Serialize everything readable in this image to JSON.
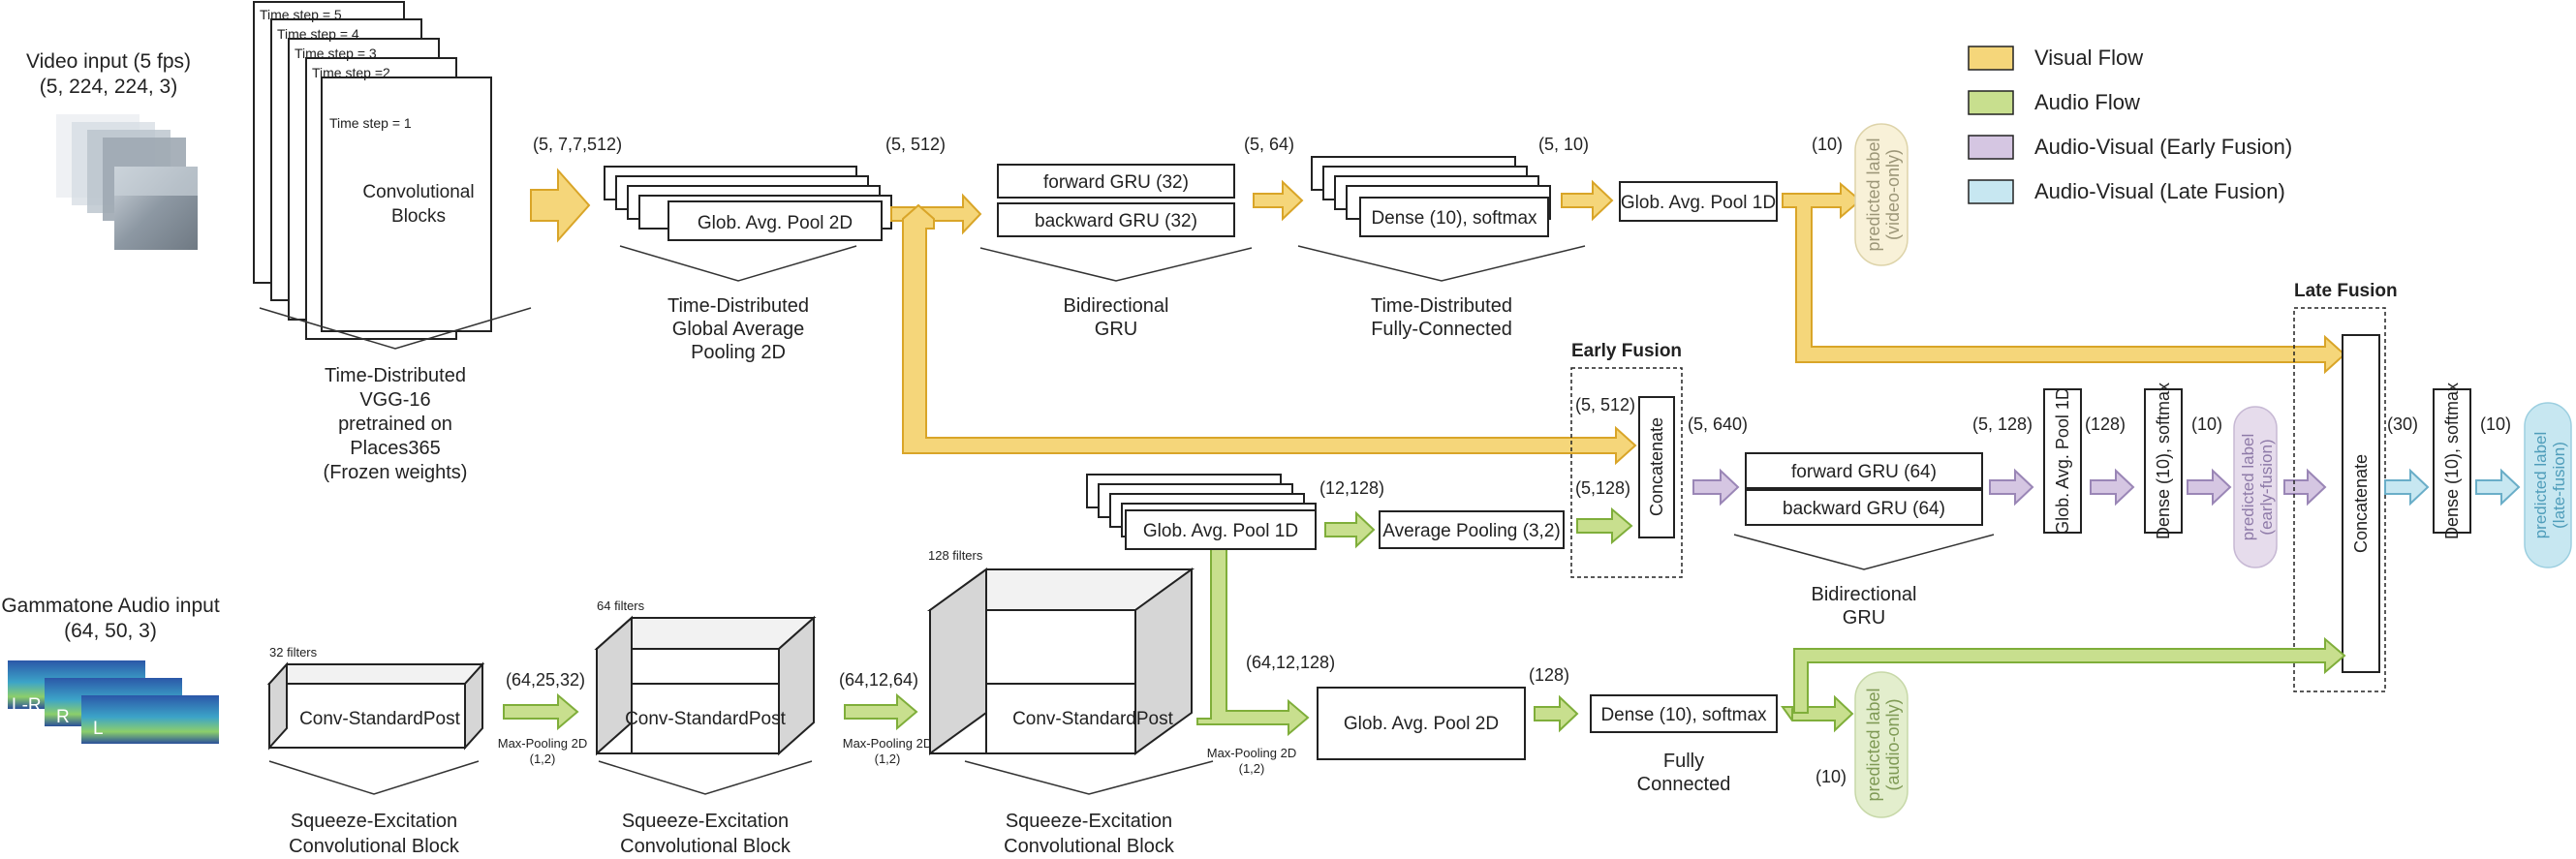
{
  "video_input": {
    "title": "Video input (5 fps)",
    "shape": "(5, 224, 224, 3)"
  },
  "time_steps": [
    "Time step = 5",
    "Time step = 4",
    "Time step = 3",
    "Time step =2",
    "Time step = 1"
  ],
  "conv_blocks": {
    "line1": "Convolutional",
    "line2": "Blocks"
  },
  "vgg_caption": [
    "Time-Distributed",
    "VGG-16",
    "pretrained on",
    "Places365",
    "(Frozen weights)"
  ],
  "dims": {
    "d1": "(5, 7,7,512)",
    "d2": "(5, 512)",
    "d3": "(5, 64)",
    "d4": "(5, 10)",
    "d5": "(10)",
    "ef_a": "(5, 512)",
    "ef_b": "(5,128)",
    "d6": "(5, 640)",
    "d7": "(5, 128)",
    "d8": "(128)",
    "d9": "(10)",
    "d10": "(30)",
    "d11": "(10)",
    "a1": "(12,128)",
    "a2": "(64,25,32)",
    "a3": "(64,12,64)",
    "a4": "(64,12,128)",
    "a5": "(128)",
    "a6": "(10)"
  },
  "video_path": {
    "glob_avg_pool_2d": "Glob. Avg. Pool 2D",
    "gap_caption": [
      "Time-Distributed",
      "Global Average",
      "Pooling 2D"
    ],
    "forward_gru": "forward GRU (32)",
    "backward_gru": "backward GRU (32)",
    "gru_caption": [
      "Bidirectional",
      "GRU"
    ],
    "dense": "Dense (10), softmax",
    "dense_caption": [
      "Time-Distributed",
      "Fully-Connected"
    ],
    "glob_avg_pool_1d": "Glob. Avg. Pool 1D",
    "label": [
      "predicted label",
      "(video-only)"
    ]
  },
  "early_fusion": {
    "title": "Early Fusion",
    "concatenate": "Concatenate",
    "forward_gru": "forward GRU (64)",
    "backward_gru": "backward GRU (64)",
    "gru_caption": [
      "Bidirectional",
      "GRU"
    ],
    "glob_avg_pool_1d": "Glob. Avg. Pool 1D",
    "dense": "Dense (10), softmax",
    "label": [
      "predicted label",
      "(early-fusion)"
    ]
  },
  "late_fusion": {
    "title": "Late Fusion",
    "concatenate": "Concatenate",
    "dense": "Dense (10), softmax",
    "label": [
      "predicted label",
      "(late-fusion)"
    ]
  },
  "audio_path": {
    "title": "Gammatone Audio input",
    "shape": "(64, 50, 3)",
    "spec_labels": [
      "L-R",
      "R",
      "L"
    ],
    "filters": [
      "32 filters",
      "64 filters",
      "128 filters"
    ],
    "conv": "Conv-StandardPost",
    "maxpool": [
      "Max-Pooling 2D",
      "(1,2)"
    ],
    "se_caption": [
      "Squeeze-Excitation",
      "Convolutional Block"
    ],
    "glob_avg_pool_1d": "Glob. Avg. Pool 1D",
    "avg_pooling": "Average Pooling (3,2)",
    "glob_avg_pool_2d": "Glob. Avg. Pool 2D",
    "dense": "Dense (10), softmax",
    "fc_caption": [
      "Fully",
      "Connected"
    ],
    "label": [
      "predicted label",
      "(audio-only)"
    ]
  },
  "legend": [
    {
      "label": "Visual Flow",
      "color": "#f5d67a"
    },
    {
      "label": "Audio Flow",
      "color": "#c8df8e"
    },
    {
      "label": "Audio-Visual (Early Fusion)",
      "color": "#d5c6e2"
    },
    {
      "label": "Audio-Visual (Late Fusion)",
      "color": "#c7e7f1"
    }
  ],
  "colors": {
    "visual_arrow": "#f5d67a",
    "visual_stroke": "#e0a92a",
    "audio_arrow": "#c8df8e",
    "audio_stroke": "#7fae3a",
    "early_arrow": "#d5c6e2",
    "early_stroke": "#9a86b6",
    "late_arrow": "#c7e7f1",
    "late_stroke": "#6aaec8",
    "video_label_fill": "#f8f1d8",
    "early_label_fill": "#e6dcec",
    "late_label_fill": "#c7e7f1",
    "audio_label_fill": "#e3eecd"
  }
}
